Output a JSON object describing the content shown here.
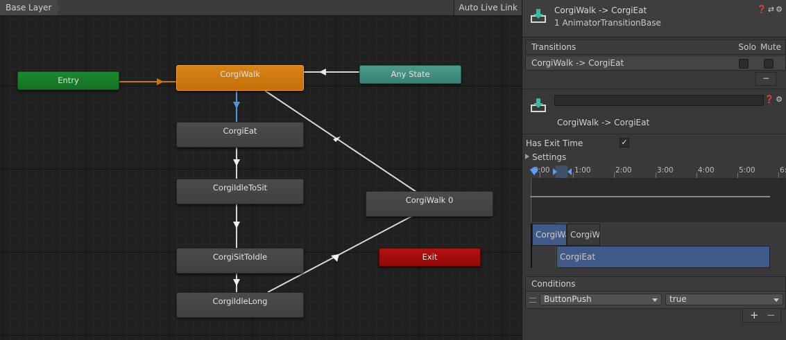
{
  "graph": {
    "breadcrumb": "Base Layer",
    "auto_live_link": "Auto Live Link",
    "nodes": {
      "entry": "Entry",
      "corgi_walk": "CorgiWalk",
      "any_state": "Any State",
      "corgi_eat": "CorgiEat",
      "corgi_idle_to_sit": "CorgiIdleToSit",
      "corgi_walk_0": "CorgiWalk 0",
      "corgi_sit_to_idle": "CorgiSitToIdle",
      "exit": "Exit",
      "corgi_idle_long": "CorgiIdleLong"
    },
    "colors": {
      "entry": "#1c8a2e",
      "default_state": "#d88316",
      "any_state": "#4a9b8a",
      "exit": "#b41212",
      "state": "#4b4b4b",
      "selected_transition": "#4a9be0",
      "entry_transition": "#c37a12"
    }
  },
  "inspector": {
    "header": {
      "title": "CorgiWalk -> CorgiEat",
      "subtitle": "1 AnimatorTransitionBase",
      "icon": "transition-icon"
    },
    "transitions": {
      "title": "Transitions",
      "solo": "Solo",
      "mute": "Mute",
      "row_label": "CorgiWalk -> CorgiEat",
      "remove": "−"
    },
    "transition": {
      "name_value": "",
      "subtitle": "CorgiWalk -> CorgiEat",
      "has_exit_time": "Has Exit Time",
      "has_exit_time_checked": true,
      "settings": "Settings"
    },
    "timeline": {
      "ticks": [
        "0:00",
        "1:00",
        "2:00",
        "3:00",
        "4:00",
        "5:00",
        "6:"
      ],
      "source_clip": "CorgiWalk",
      "source_clip_next": "CorgiWalk",
      "dest_clip": "CorgiEat"
    },
    "conditions": {
      "title": "Conditions",
      "parameter": "ButtonPush",
      "value": "true",
      "add": "+",
      "remove": "−"
    }
  }
}
